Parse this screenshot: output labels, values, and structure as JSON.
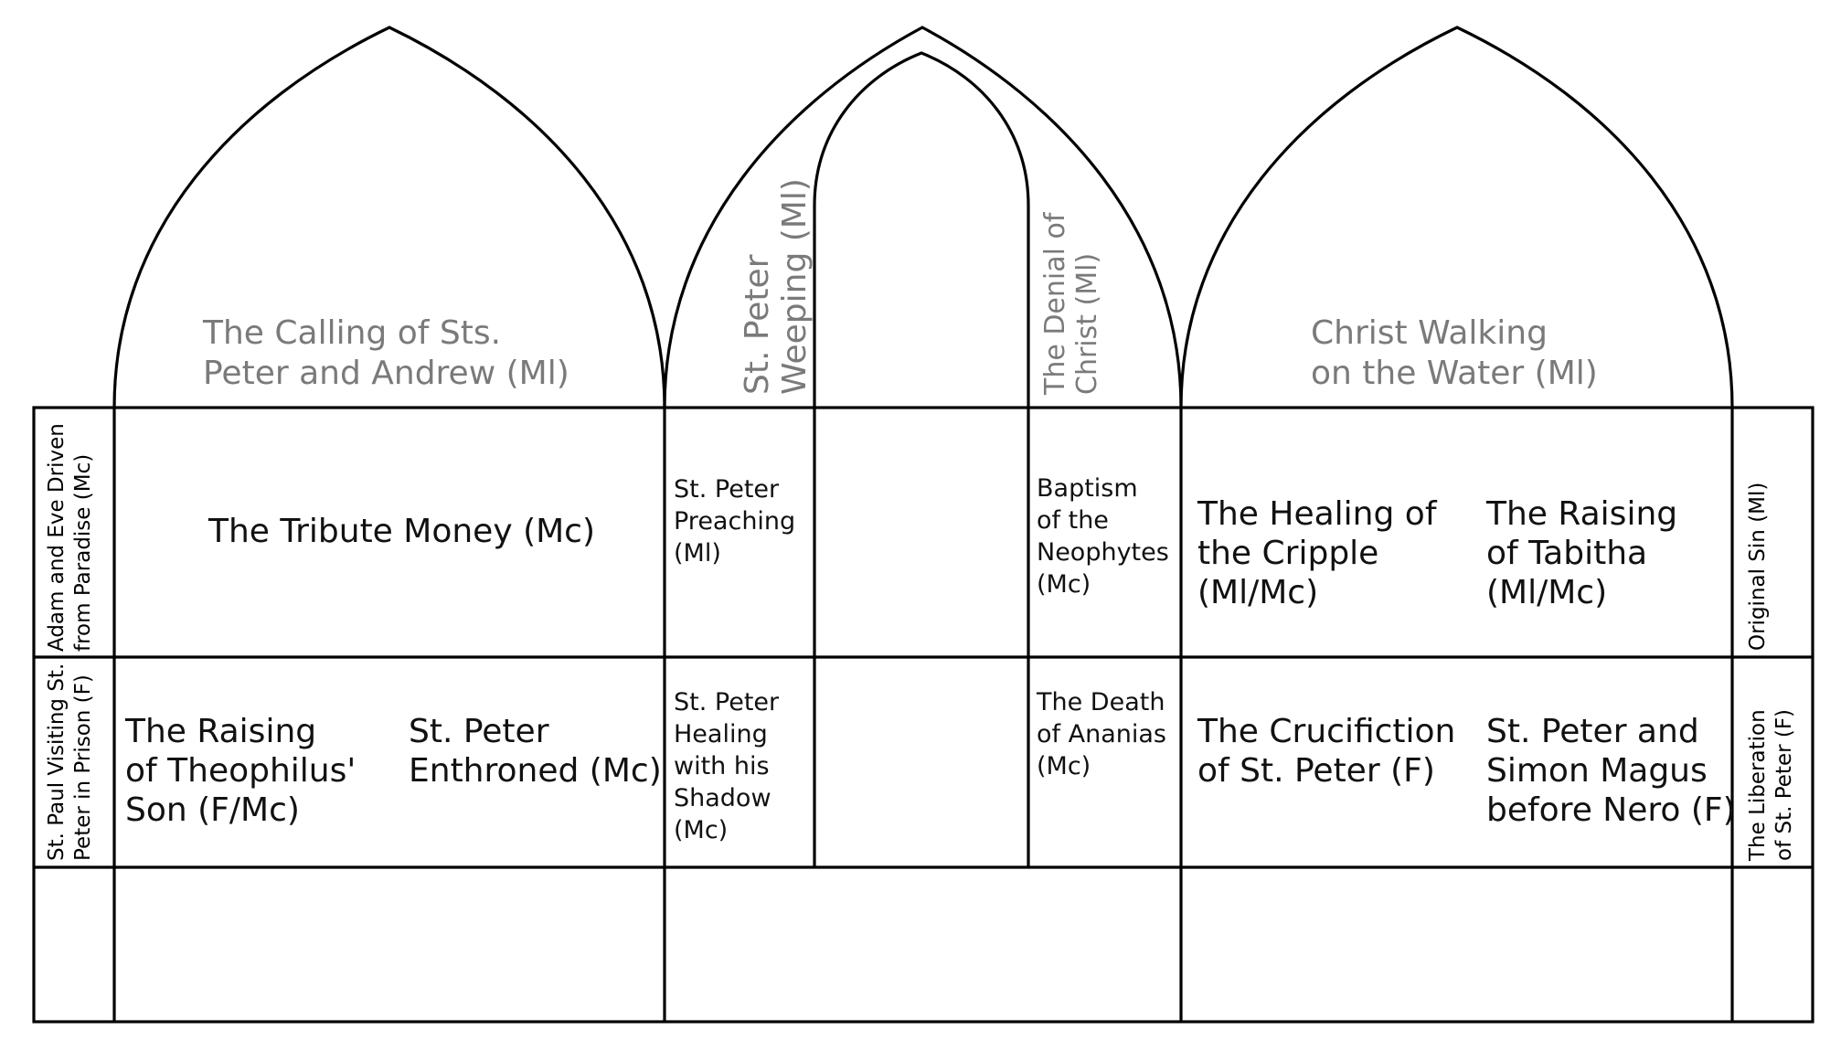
{
  "lunettes": {
    "calling": [
      "The Calling of Sts.",
      "Peter and Andrew (Ml)"
    ],
    "weeping": [
      "St. Peter",
      "Weeping (Ml)"
    ],
    "denial": [
      "The Denial of",
      "Christ (Ml)"
    ],
    "walking": [
      "Christ Walking",
      "on the Water (Ml)"
    ]
  },
  "upper_register": {
    "expulsion": [
      "Adam and Eve Driven",
      "from Paradise (Mc)"
    ],
    "tribute": "The Tribute Money (Mc)",
    "preaching": [
      "St. Peter",
      "Preaching",
      "(Ml)"
    ],
    "baptism": [
      "Baptism",
      "of the",
      "Neophytes",
      "(Mc)"
    ],
    "cripple": [
      "The Healing of",
      "the Cripple",
      "(Ml/Mc)"
    ],
    "tabitha": [
      "The Raising",
      "of Tabitha",
      "(Ml/Mc)"
    ],
    "original_sin": "Original Sin (Ml)"
  },
  "lower_register": {
    "paul_visiting": [
      "St. Paul Visiting St.",
      "Peter in Prison (F)"
    ],
    "theophilus": [
      "The Raising",
      "of Theophilus'",
      "Son (F/Mc)"
    ],
    "enthroned": [
      "St. Peter",
      "Enthroned (Mc)"
    ],
    "shadow": [
      "St. Peter",
      "Healing",
      "with his",
      "Shadow",
      "(Mc)"
    ],
    "ananias": [
      "The Death",
      "of Ananias",
      "(Mc)"
    ],
    "crucifixion": [
      "The Crucifiction",
      "of St. Peter (F)"
    ],
    "magus": [
      "St. Peter and",
      "Simon Magus",
      "before Nero (F)"
    ],
    "liberation": [
      "The Liberation",
      "of St. Peter (F)"
    ]
  }
}
